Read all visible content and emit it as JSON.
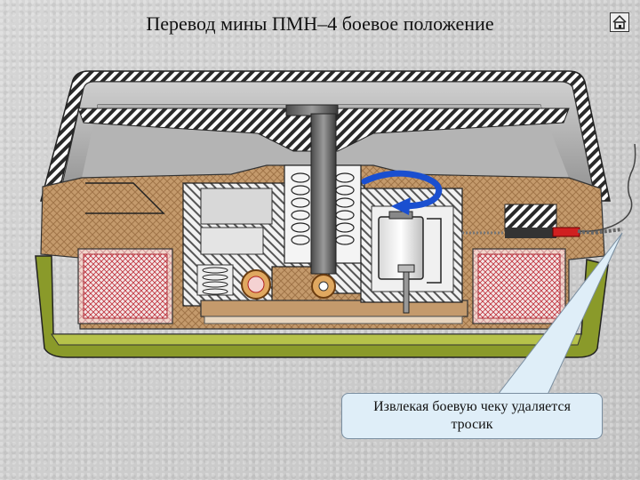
{
  "title": "Перевод мины ПМН–4 боевое положение",
  "callout": {
    "line1": "Извлекая боевую чеку удаляется",
    "line2": "тросик"
  },
  "icons": {
    "home": "home-icon",
    "rotation_arrow": "rotation-arrow-icon"
  },
  "colors": {
    "housing": "#c49a6c",
    "lid": "#a8a8a8",
    "base": "#8a9a2a",
    "charge": "#e8c8b8",
    "arrow": "#1a4fd0",
    "callout_fill": "#dfeef8"
  }
}
